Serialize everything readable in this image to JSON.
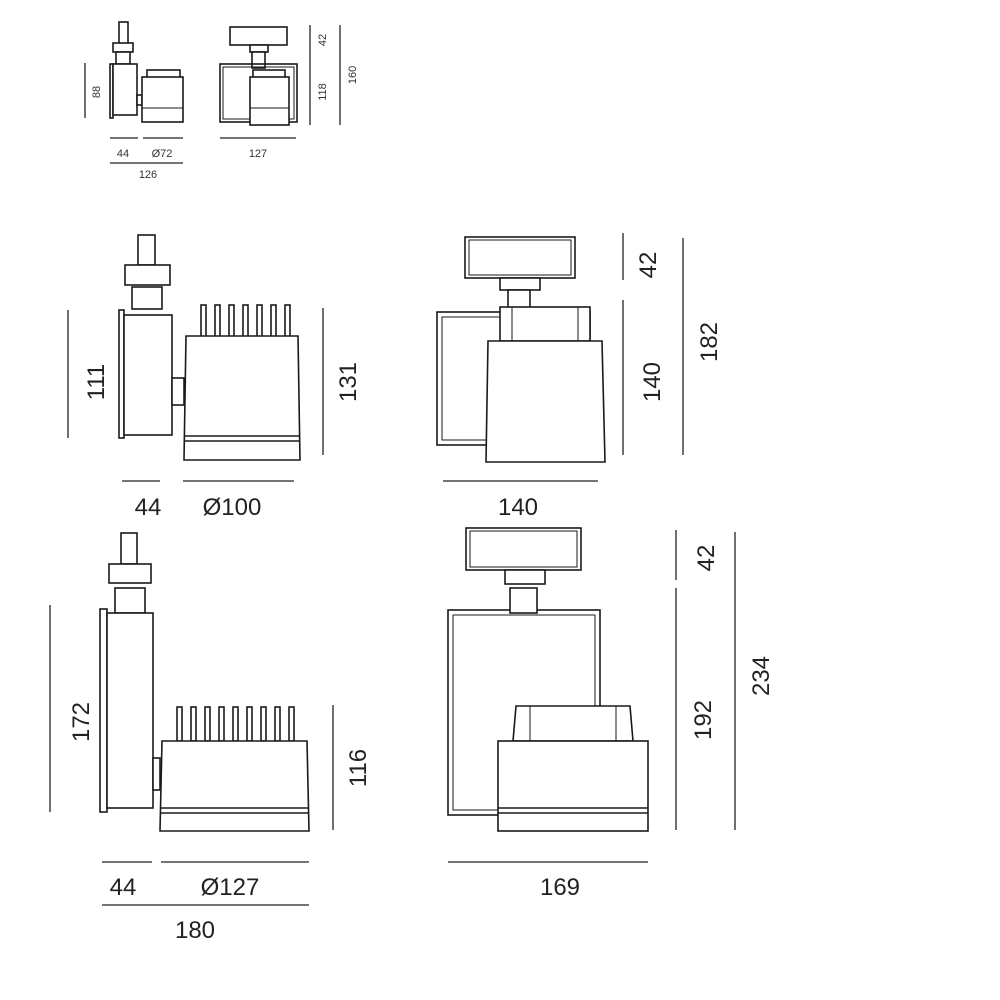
{
  "small_views": {
    "side": {
      "height": "88",
      "mount_depth": "44",
      "diameter": "Ø72",
      "total_depth": "126"
    },
    "front": {
      "adapter_height": "42",
      "body_height": "118",
      "total_height": "160",
      "width": "127"
    }
  },
  "medium_views": {
    "side": {
      "height_body": "111",
      "height_lamp": "131",
      "mount_depth": "44",
      "diameter": "Ø100"
    },
    "front": {
      "adapter_height": "42",
      "body_height": "140",
      "total_height": "182",
      "width": "140"
    }
  },
  "large_views": {
    "side": {
      "height_body": "172",
      "height_lamp": "116",
      "mount_depth": "44",
      "diameter": "Ø127",
      "total_depth": "180"
    },
    "front": {
      "adapter_height": "42",
      "body_height": "192",
      "total_height": "234",
      "width": "169"
    }
  }
}
